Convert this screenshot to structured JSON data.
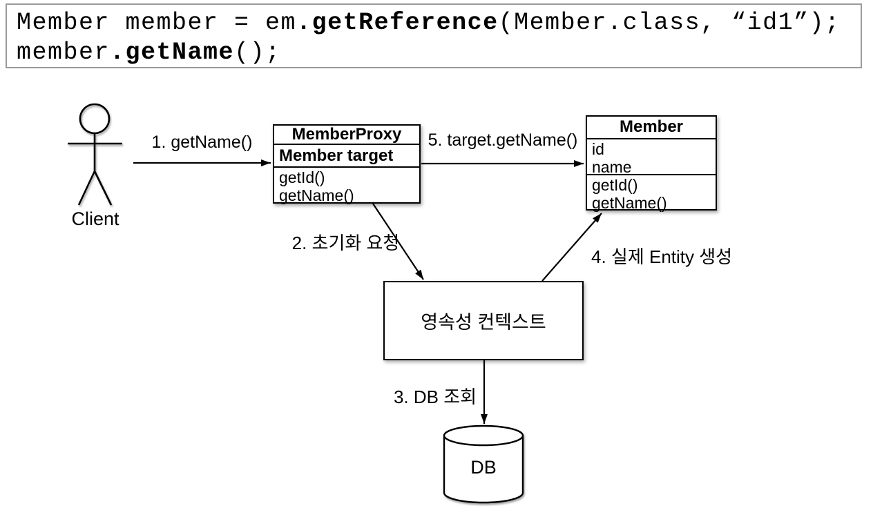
{
  "code_block": {
    "line1": {
      "pre": "Member member = em",
      "bold": ".getReference",
      "post": "(Member.class, “id1”);"
    },
    "line2": {
      "pre": "member",
      "bold": ".getName",
      "post": "();"
    }
  },
  "actor": {
    "label": "Client"
  },
  "arrow_labels": {
    "step1": "1. getName()",
    "step2": "2. 초기화 요청",
    "step3": "3. DB 조회",
    "step4": "4. 실제 Entity 생성",
    "step5": "5. target.getName()"
  },
  "proxy_class": {
    "title": "MemberProxy",
    "field": "Member target",
    "methods": [
      "getId()",
      "getName()"
    ]
  },
  "member_class": {
    "title": "Member",
    "fields": [
      "id",
      "name"
    ],
    "methods": [
      "getId()",
      "getName()"
    ]
  },
  "persistence_context": {
    "label": "영속성 컨텍스트"
  },
  "database": {
    "label": "DB"
  },
  "colors": {
    "stroke": "#000000",
    "background": "#ffffff",
    "code_border": "#9a9a9a"
  }
}
